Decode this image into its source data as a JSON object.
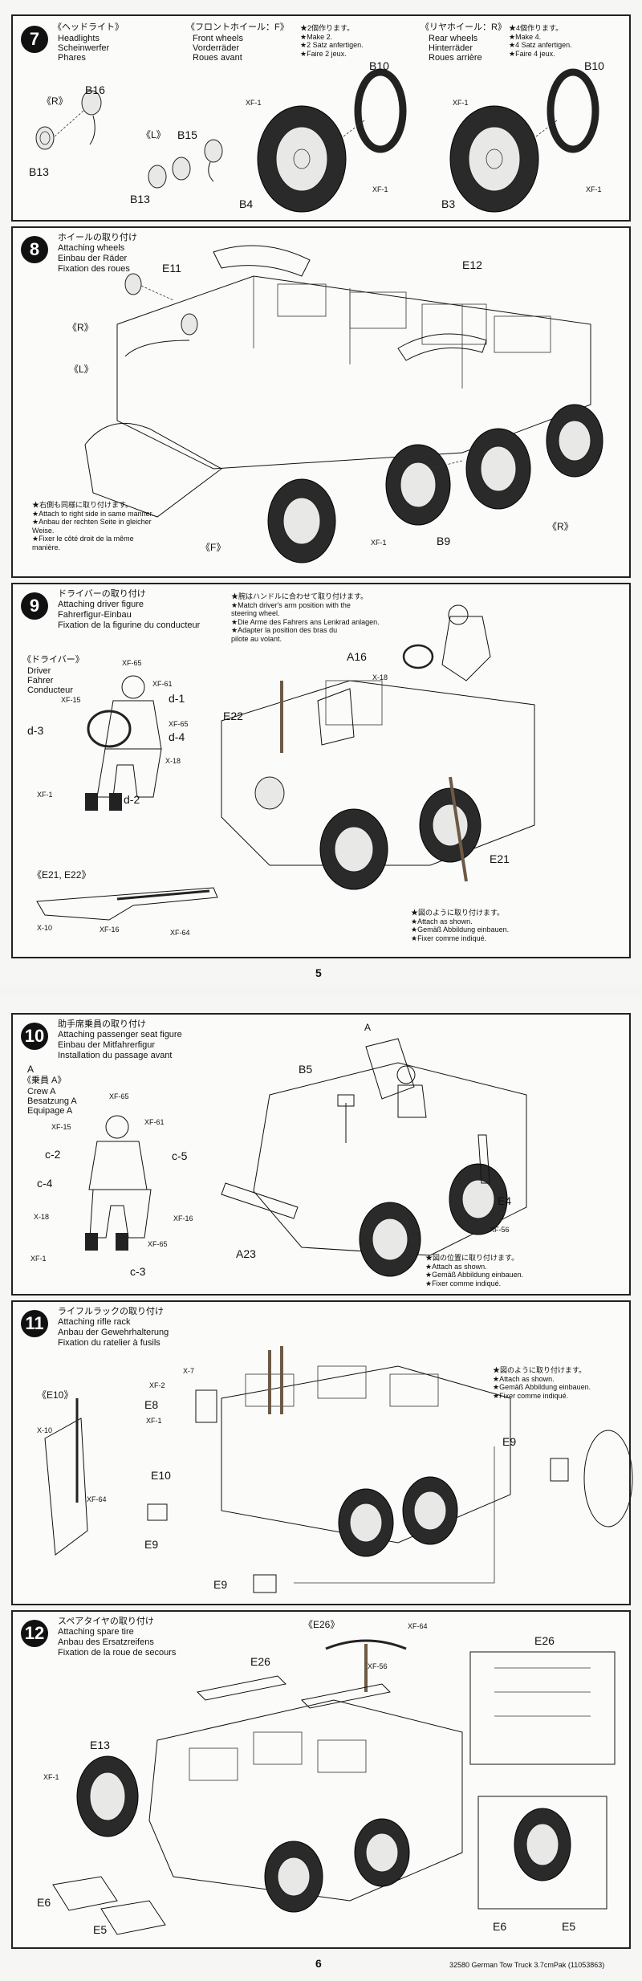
{
  "page5": {
    "page_number": "5",
    "step7": {
      "number": "7",
      "headlights": {
        "jp": "《ヘッドライト》",
        "en": "Headlights",
        "de": "Scheinwerfer",
        "fr": "Phares"
      },
      "front_wheels": {
        "jp": "《フロントホイール：F》",
        "en": "Front wheels",
        "de": "Vorderräder",
        "fr": "Roues avant",
        "note": "★2個作ります。\n★Make 2.\n★2 Satz anfertigen.\n★Faire 2 jeux."
      },
      "rear_wheels": {
        "jp": "《リヤホイール：R》",
        "en": "Rear wheels",
        "de": "Hinterräder",
        "fr": "Roues arrière",
        "note": "★4個作ります。\n★Make 4.\n★4 Satz anfertigen.\n★Faire 4 jeux."
      },
      "labels": {
        "r": "《R》",
        "l": "《L》",
        "b16": "B16",
        "b15": "B15",
        "b13a": "B13",
        "b13b": "B13",
        "b10a": "B10",
        "b10b": "B10",
        "b4": "B4",
        "b3": "B3",
        "xf1a": "XF-1",
        "xf1b": "XF-1",
        "xf1c": "XF-1",
        "xf1d": "XF-1"
      }
    },
    "step8": {
      "number": "8",
      "title": "ホイールの取り付け\nAttaching wheels\nEinbau der Räder\nFixation des roues",
      "labels": {
        "e11": "E11",
        "e12": "E12",
        "r": "《R》",
        "l": "《L》",
        "f": "《F》",
        "r2": "《R》",
        "b9": "B9",
        "xf1": "XF-1"
      },
      "note": "★右側も同様に取り付けます。\n★Attach to right side in same manner.\n★Anbau der rechten Seite in gleicher\nWeise.\n★Fixer le côté droit de la même\nmanière."
    },
    "step9": {
      "number": "9",
      "title": "ドライバーの取り付け\nAttaching driver figure\nFahrerfigur-Einbau\nFixation de la figurine du conducteur",
      "note_top": "★腕はハンドルに合わせて取り付けます。\n★Match driver's arm position with the\nsteering wheel.\n★Die Arme des Fahrers ans Lenkrad anlagen.\n★Adapter la position des bras du\npilote au volant.",
      "driver": {
        "jp": "《ドライバー》",
        "en": "Driver",
        "de": "Fahrer",
        "fr": "Conducteur"
      },
      "labels": {
        "xf65a": "XF-65",
        "xf61": "XF-61",
        "xf15": "XF-15",
        "d1": "d-1",
        "xf65b": "XF-65",
        "d3": "d-3",
        "d4": "d-4",
        "x18": "X-18",
        "xf1": "XF-1",
        "d2": "d-2",
        "a16": "A16",
        "x18b": "X-18",
        "e22": "E22",
        "e21": "E21",
        "rifles": "《E21, E22》",
        "x10": "X-10",
        "xf16": "XF-16",
        "xf64": "XF-64"
      },
      "note_bottom": "★図のように取り付けます。\n★Attach as shown.\n★Gemäß Abbildung einbauen.\n★Fixer comme indiqué."
    }
  },
  "page6": {
    "page_number": "6",
    "footer": "32580  German Tow Truck 3.7cmPak (11053863)",
    "step10": {
      "number": "10",
      "title": "助手席乗員の取り付け\nAttaching passenger seat figure\nEinbau der Mitfahrerfigur\nInstallation du passage avant",
      "crew": {
        "jp": "《乗員 A》",
        "en": "Crew A",
        "de": "Besatzung A",
        "fr": "Equipage A"
      },
      "labels": {
        "a_circle": "A",
        "a_circle2": "A",
        "xf65a": "XF-65",
        "xf15": "XF-15",
        "xf61": "XF-61",
        "c2": "c-2",
        "c5": "c-5",
        "c4": "c-4",
        "x18": "X-18",
        "xf16": "XF-16",
        "xf65b": "XF-65",
        "xf1": "XF-1",
        "c3": "c-3",
        "b5": "B5",
        "a23": "A23",
        "e4": "E4",
        "xf56": "XF-56"
      },
      "note": "★図の位置に取り付けます。\n★Attach as shown.\n★Gemäß Abbildung einbauen.\n★Fixer comme indiqué."
    },
    "step11": {
      "number": "11",
      "title": "ライフルラックの取り付け\nAttaching rifle rack\nAnbau der Gewehrhalterung\nFixation du ratelier à fusils",
      "labels": {
        "e10_head": "《E10》",
        "x10": "X-10",
        "xf64": "XF-64",
        "x7": "X-7",
        "xf2": "XF-2",
        "e8": "E8",
        "xf1": "XF-1",
        "e10": "E10",
        "e9a": "E9",
        "e9b": "E9",
        "e9c": "E9"
      },
      "note": "★図のように取り付けます。\n★Attach as shown.\n★Gemäß Abbildung einbauen.\n★Fixer comme indiqué."
    },
    "step12": {
      "number": "12",
      "title": "スペアタイヤの取り付け\nAttaching spare tire\nAnbau des Ersatzreifens\nFixation de la roue de secours",
      "labels": {
        "e26_head": "《E26》",
        "xf64": "XF-64",
        "xf56": "XF-56",
        "e26a": "E26",
        "e26b": "E26",
        "e13": "E13",
        "xf1": "XF-1",
        "e6a": "E6",
        "e5a": "E5",
        "e6b": "E6",
        "e5b": "E5"
      }
    }
  }
}
